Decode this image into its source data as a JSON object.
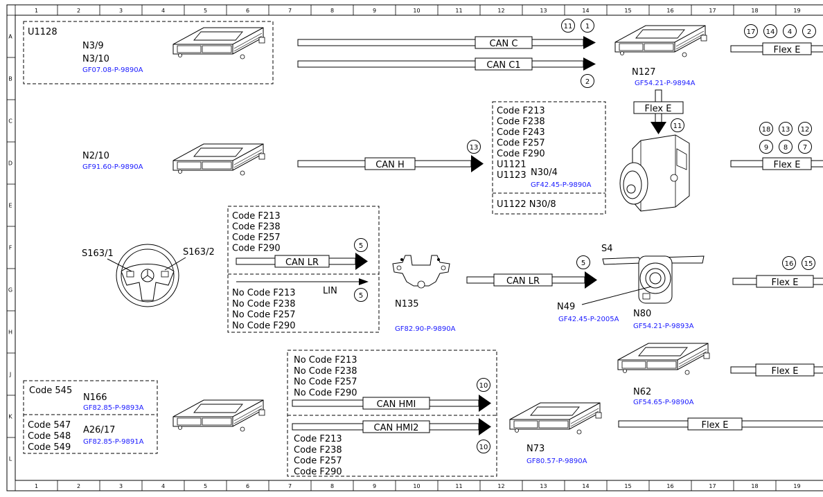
{
  "grid": {
    "columns": [
      "1",
      "2",
      "3",
      "4",
      "5",
      "6",
      "7",
      "8",
      "9",
      "10",
      "11",
      "12",
      "13",
      "14",
      "15",
      "16",
      "17",
      "18",
      "19"
    ],
    "rows": [
      "A",
      "B",
      "C",
      "D",
      "E",
      "F",
      "G",
      "H",
      "J",
      "K",
      "L"
    ]
  },
  "colors": {
    "link": "#1a1aff",
    "line": "#000000",
    "background": "#ffffff"
  },
  "icons": [
    "control-unit-icon",
    "ignition-switch-icon",
    "steering-wheel-icon",
    "bracket-icon",
    "steering-column-module-icon"
  ],
  "labels": {
    "u1128": "U1128",
    "n3_9": "N3/9",
    "n3_10": "N3/10",
    "gf07": "GF07.08-P-9890A",
    "n2_10": "N2/10",
    "gf91": "GF91.60-P-9890A",
    "s163_1": "S163/1",
    "s163_2": "S163/2",
    "n135": "N135",
    "gf82_90": "GF82.90-P-9890A",
    "code545": "Code 545",
    "n166": "N166",
    "gf82_85a": "GF82.85-P-9893A",
    "code547": "Code 547",
    "code548": "Code 548",
    "code549": "Code 549",
    "a26_17": "A26/17",
    "gf82_85b": "GF82.85-P-9891A",
    "n127": "N127",
    "gf54_21a": "GF54.21-P-9894A",
    "n30_4": "N30/4",
    "gf42_45a": "GF42.45-P-9890A",
    "u1122_n30_8": "U1122 N30/8",
    "s4": "S4",
    "n49": "N49",
    "gf42_45b": "GF42.45-P-2005A",
    "n80": "N80",
    "gf54_21b": "GF54.21-P-9893A",
    "n62": "N62",
    "gf54_65": "GF54.65-P-9890A",
    "n73": "N73",
    "gf80_57": "GF80.57-P-9890A"
  },
  "codes": {
    "n30_block": [
      "Code F213",
      "Code F238",
      "Code F243",
      "Code F257",
      "Code F290",
      "U1121",
      "U1123"
    ],
    "n135_with": [
      "Code F213",
      "Code F238",
      "Code F257",
      "Code F290"
    ],
    "n135_without": [
      "No Code F213",
      "No Code F238",
      "No Code F257",
      "No Code F290"
    ],
    "n73_without": [
      "No Code F213",
      "No Code F238",
      "No Code F257",
      "No Code F290"
    ],
    "n73_with": [
      "Code F213",
      "Code F238",
      "Code F257",
      "Code F290"
    ]
  },
  "buses": {
    "can_c": "CAN C",
    "can_c1": "CAN C1",
    "can_h": "CAN H",
    "can_lr": "CAN LR",
    "lin": "LIN",
    "can_hmi": "CAN HMI",
    "can_hmi2": "CAN HMI2",
    "flex_e": "Flex E"
  },
  "markers": {
    "m_11": "11",
    "m_1": "1",
    "m_2": "2",
    "m_13": "13",
    "m_5": "5",
    "m_10": "10",
    "m_17": "17",
    "m_14": "14",
    "m_4": "4",
    "m_18": "18",
    "m_12": "12",
    "m_9": "9",
    "m_8": "8",
    "m_7": "7",
    "m_16": "16",
    "m_15": "15"
  }
}
